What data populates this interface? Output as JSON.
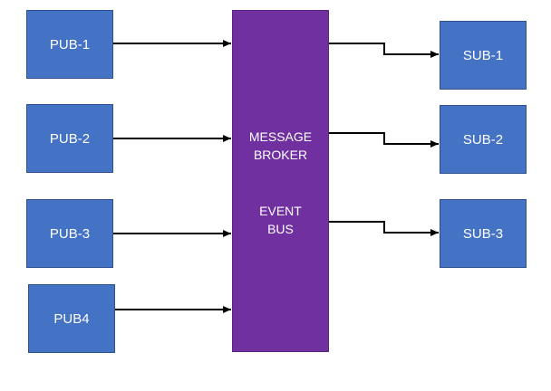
{
  "publishers": [
    {
      "label": "PUB-1"
    },
    {
      "label": "PUB-2"
    },
    {
      "label": "PUB-3"
    },
    {
      "label": "PUB4"
    }
  ],
  "broker": {
    "line1": "MESSAGE",
    "line2": "BROKER",
    "line3": "EVENT",
    "line4": "BUS"
  },
  "subscribers": [
    {
      "label": "SUB-1"
    },
    {
      "label": "SUB-2"
    },
    {
      "label": "SUB-3"
    }
  ],
  "colors": {
    "node_fill": "#4472c4",
    "broker_fill": "#7030a0",
    "connector": "#000000"
  }
}
